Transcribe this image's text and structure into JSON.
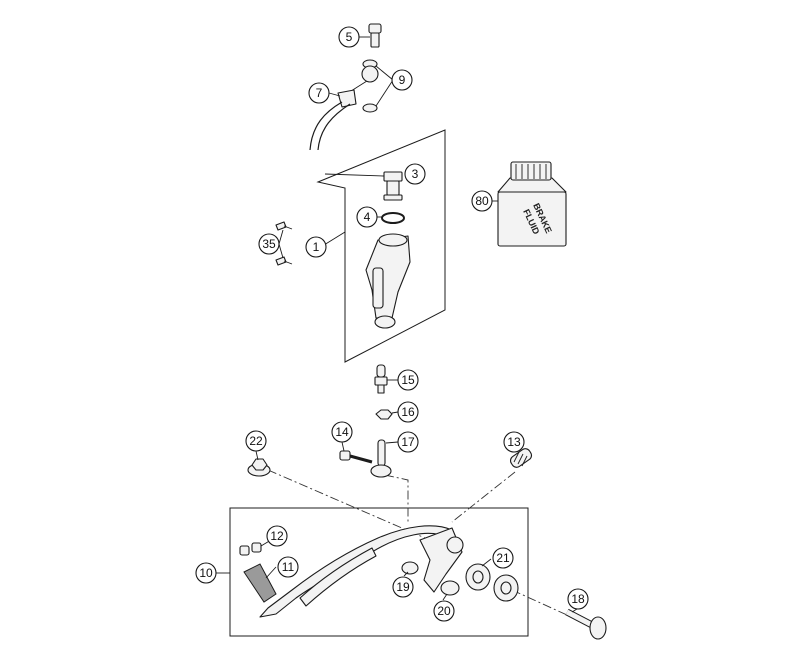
{
  "diagram": {
    "bottle_label_line1": "BRAKE",
    "bottle_label_line2": "FLUID",
    "callouts": {
      "c1": "1",
      "c3": "3",
      "c4": "4",
      "c5": "5",
      "c7": "7",
      "c9": "9",
      "c10": "10",
      "c11": "11",
      "c12": "12",
      "c13": "13",
      "c14": "14",
      "c15": "15",
      "c16": "16",
      "c17": "17",
      "c18": "18",
      "c19": "19",
      "c20": "20",
      "c21": "21",
      "c22": "22",
      "c35": "35",
      "c80": "80"
    }
  }
}
